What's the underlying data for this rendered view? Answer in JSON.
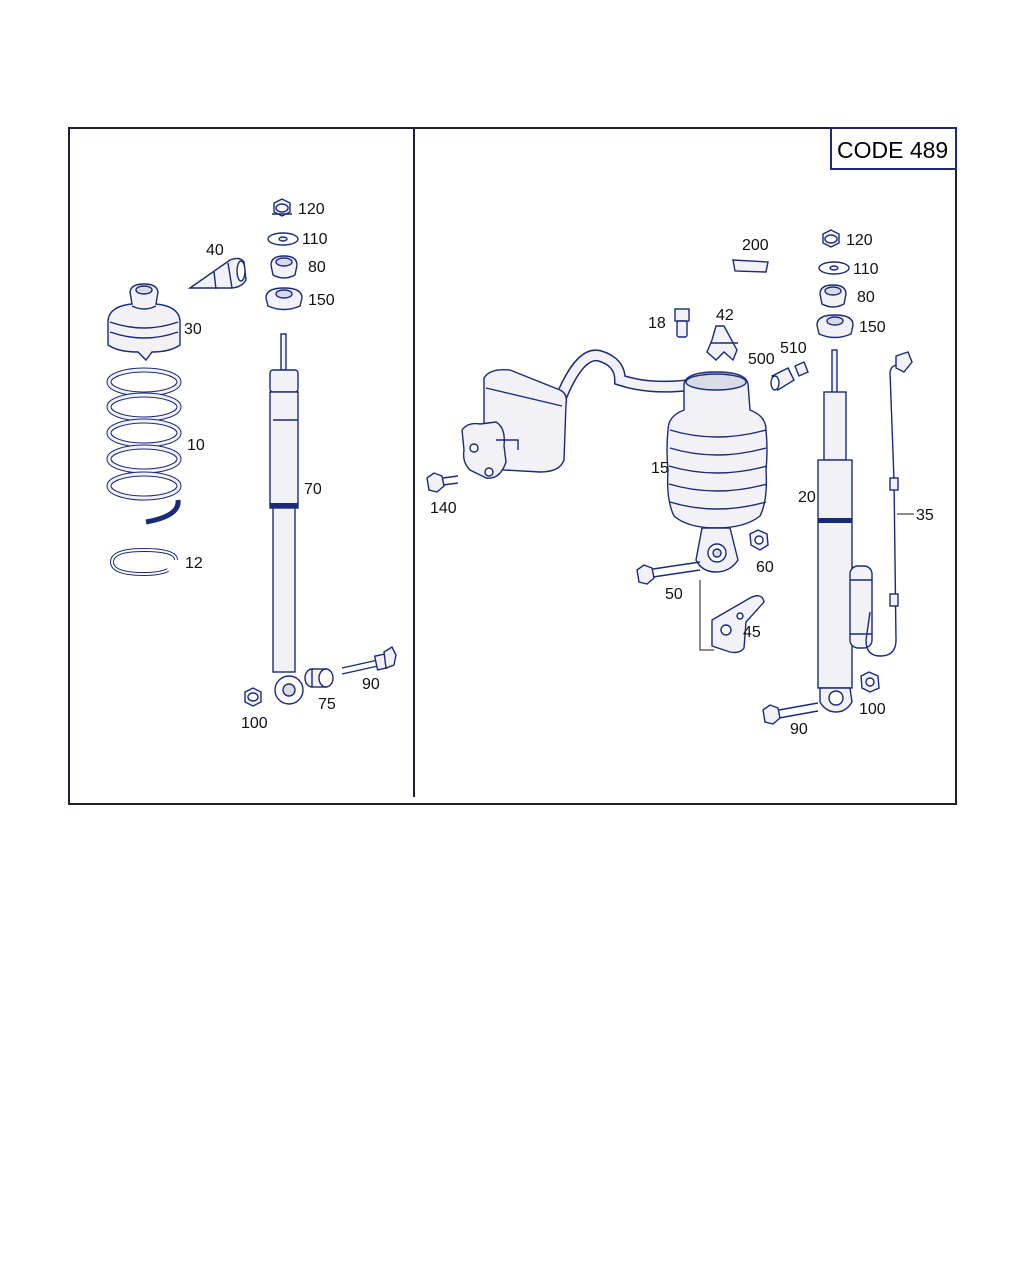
{
  "code_box": "CODE 489",
  "left_panel": {
    "labels": {
      "p120": "120",
      "p110": "110",
      "p80": "80",
      "p150": "150",
      "p40": "40",
      "p30": "30",
      "p10": "10",
      "p12": "12",
      "p70": "70",
      "p75": "75",
      "p90": "90",
      "p100": "100"
    }
  },
  "right_panel": {
    "labels": {
      "p200": "200",
      "p120": "120",
      "p110": "110",
      "p80": "80",
      "p150": "150",
      "p18": "18",
      "p42": "42",
      "p500": "500",
      "p510": "510",
      "p15": "15",
      "p140": "140",
      "p20": "20",
      "p35": "35",
      "p60": "60",
      "p50": "50",
      "p45": "45",
      "p90": "90",
      "p100": "100"
    }
  }
}
